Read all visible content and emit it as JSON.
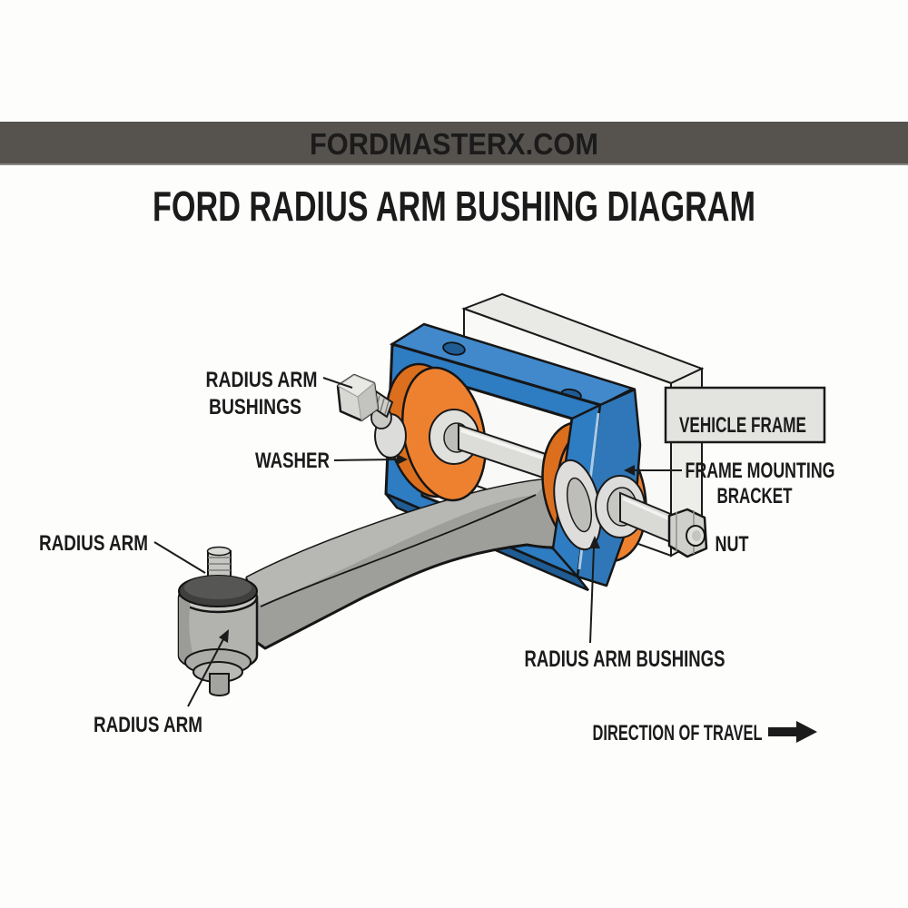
{
  "header": {
    "site": "FORDMASTERX.COM"
  },
  "title": "FORD RADIUS ARM BUSHING DIAGRAM",
  "labels": {
    "radius_arm_bushings_top_line1": "RADIUS ARM",
    "radius_arm_bushings_top_line2": "BUSHINGS",
    "washer": "WASHER",
    "vehicle_frame": "VEHICLE FRAME",
    "frame_mounting_bracket_line1": "FRAME MOUNTING",
    "frame_mounting_bracket_line2": "BRACKET",
    "nut": "NUT",
    "radius_arm_left": "RADIUS ARM",
    "radius_arm_bottom": "RADIUS ARM",
    "radius_arm_bushings_bottom": "RADIUS ARM BUSHINGS",
    "direction_of_travel": "DIRECTION OF TRAVEL"
  },
  "colors": {
    "header_bar": "#56524e",
    "header_text": "#ffffff",
    "text": "#1b1b1b",
    "bracket_blue": "#2e7cc2",
    "bracket_blue_top": "#4189cb",
    "bracket_blue_side": "#2f77b8",
    "bracket_blue_dark": "#1f5c94",
    "bushing_orange": "#ee8130",
    "bushing_orange_dark": "#db6f1e",
    "arm_gray": "#9e9e9b",
    "arm_gray_light": "#b7b7b4",
    "metal_silver": "#d8d8d5",
    "frame_white": "#f9f9f7",
    "label_box_fill": "#e3e3e0",
    "outline": "#1a1a1a",
    "background": "#fdfdfc"
  }
}
